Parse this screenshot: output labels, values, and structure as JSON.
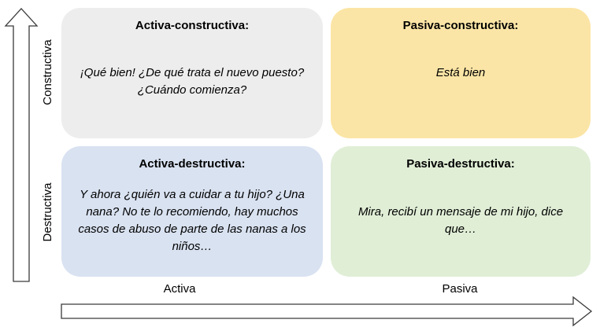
{
  "quadrants": {
    "active_constructive": {
      "title": "Activa-constructiva:",
      "text": "¡Qué bien! ¿De qué trata el nuevo puesto? ¿Cuándo comienza?"
    },
    "passive_constructive": {
      "title": "Pasiva-constructiva:",
      "text": "Está bien"
    },
    "active_destructive": {
      "title": "Activa-destructiva:",
      "text": "Y ahora ¿quién va a cuidar a tu hijo? ¿Una nana? No te lo recomiendo, hay muchos casos de abuso de parte de las nanas a los niños…"
    },
    "passive_destructive": {
      "title": "Pasiva-destructiva:",
      "text": "Mira, recibí un mensaje de mi hijo, dice que…"
    }
  },
  "axes": {
    "y_top_label": "Constructiva",
    "y_bottom_label": "Destructiva",
    "x_left_label": "Activa",
    "x_right_label": "Pasiva"
  },
  "colors": {
    "active_constructive": "#ededed",
    "passive_constructive": "#fbe5a6",
    "active_destructive": "#d9e2f1",
    "passive_destructive": "#e0eed6",
    "arrow_stroke": "#3a3a3a"
  }
}
